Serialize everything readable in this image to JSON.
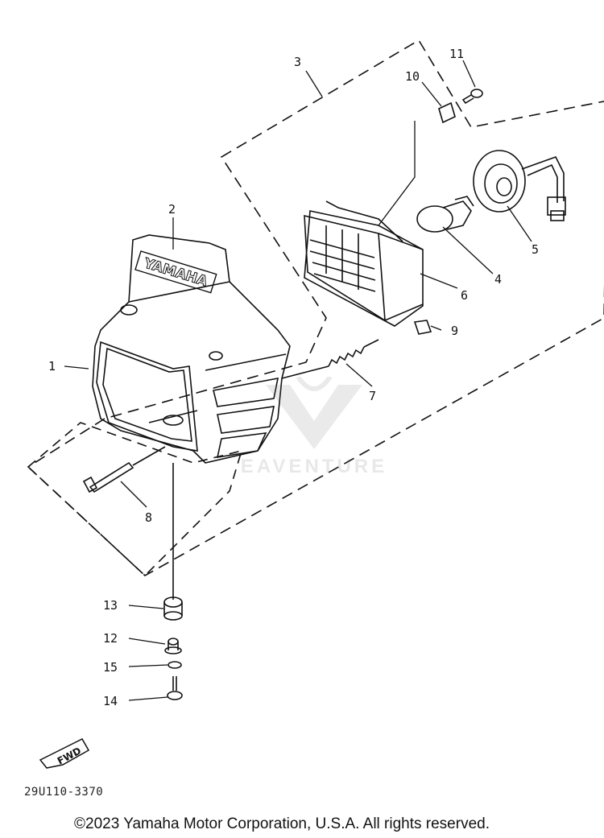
{
  "diagram": {
    "callouts": [
      {
        "id": "1",
        "label": "1"
      },
      {
        "id": "2",
        "label": "2"
      },
      {
        "id": "3",
        "label": "3"
      },
      {
        "id": "4",
        "label": "4"
      },
      {
        "id": "5",
        "label": "5"
      },
      {
        "id": "6",
        "label": "6"
      },
      {
        "id": "7",
        "label": "7"
      },
      {
        "id": "8",
        "label": "8"
      },
      {
        "id": "9",
        "label": "9"
      },
      {
        "id": "10",
        "label": "10"
      },
      {
        "id": "11",
        "label": "11"
      },
      {
        "id": "12",
        "label": "12"
      },
      {
        "id": "13",
        "label": "13"
      },
      {
        "id": "14",
        "label": "14"
      },
      {
        "id": "15",
        "label": "15"
      }
    ],
    "cowl_brand_text": "YAMAHA",
    "fwd_arrow_text": "FWD",
    "reference_code": "29U110-3370"
  },
  "watermark": {
    "text": "EAVENTURE"
  },
  "footer": {
    "copyright": "©2023 Yamaha Motor Corporation, U.S.A. All rights reserved."
  }
}
